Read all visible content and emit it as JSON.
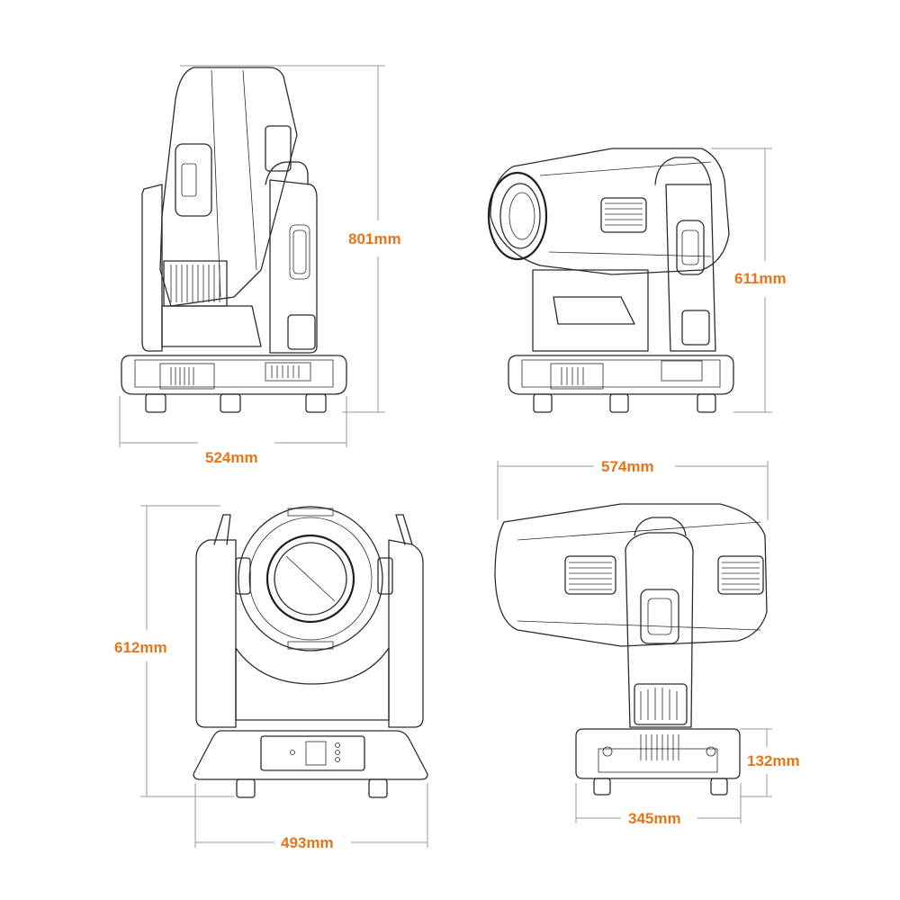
{
  "accent_color": "#e8741a",
  "line_color": "#2b2b2b",
  "dimension_line_color": "#9a9a9a",
  "views": {
    "front": {
      "height": "801mm",
      "width": "524mm"
    },
    "side_tilted": {
      "height": "611mm",
      "length": "574mm"
    },
    "rear": {
      "height": "612mm",
      "width": "493mm"
    },
    "base_side": {
      "height": "132mm",
      "width": "345mm"
    }
  }
}
